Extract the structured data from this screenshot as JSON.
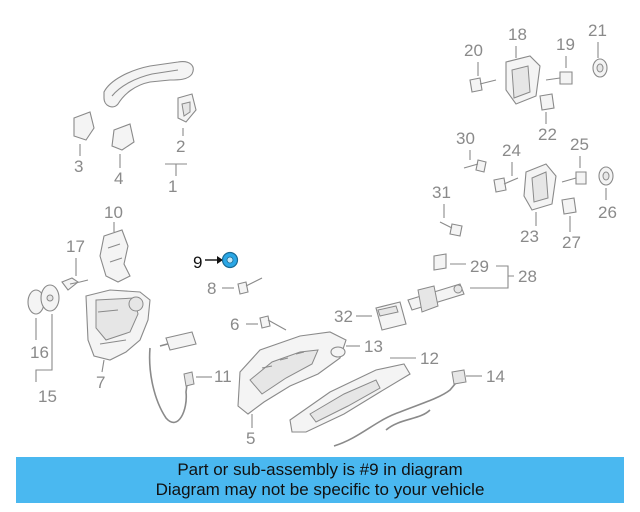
{
  "banner": {
    "line1": "Part or sub-assembly is #9 in diagram",
    "line2": "Diagram may not be specific to your vehicle",
    "bg_color": "#4ab8f0"
  },
  "highlight": {
    "part": "9",
    "color": "#2aa7e6"
  },
  "callouts": [
    "1",
    "2",
    "3",
    "4",
    "5",
    "6",
    "7",
    "8",
    "9",
    "10",
    "11",
    "12",
    "13",
    "14",
    "15",
    "16",
    "17",
    "18",
    "19",
    "20",
    "21",
    "22",
    "23",
    "24",
    "25",
    "26",
    "27",
    "28",
    "29",
    "30",
    "31",
    "32"
  ]
}
